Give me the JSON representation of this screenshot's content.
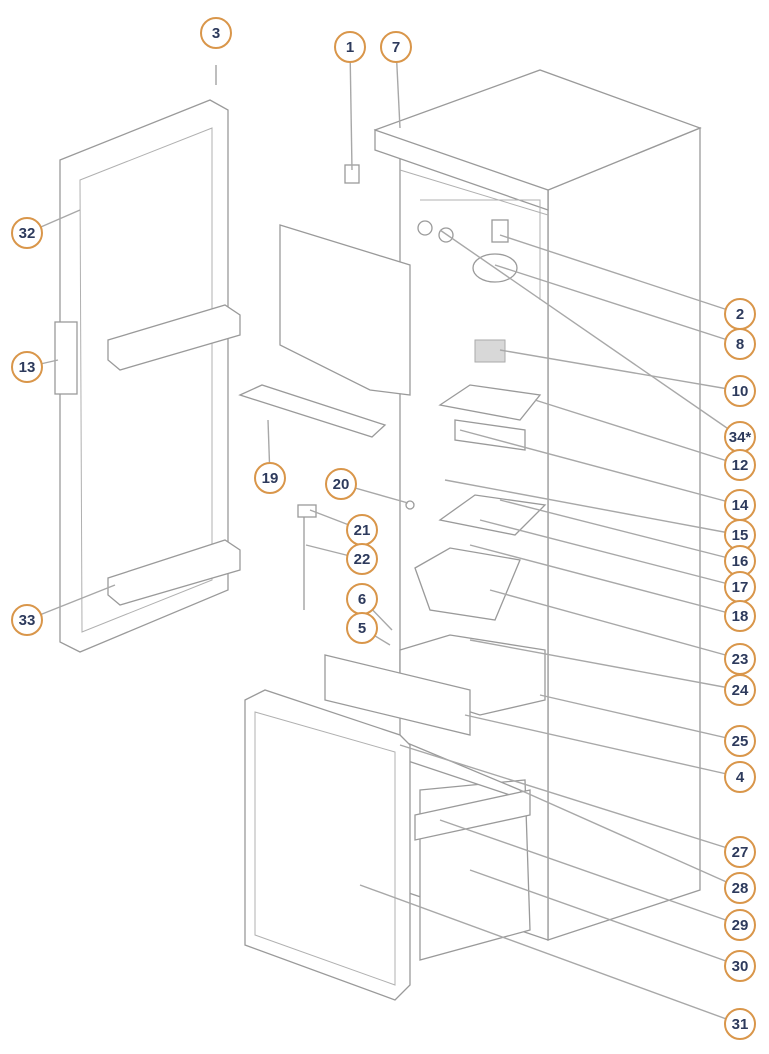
{
  "diagram": {
    "type": "exploded-parts-view",
    "accent_color": "#d9964a",
    "label_color": "#2d3a5c",
    "callouts": [
      "3",
      "1",
      "7",
      "32",
      "13",
      "19",
      "20",
      "21",
      "22",
      "33",
      "6",
      "5",
      "2",
      "8",
      "10",
      "34*",
      "12",
      "14",
      "15",
      "16",
      "17",
      "18",
      "23",
      "24",
      "25",
      "4",
      "27",
      "28",
      "29",
      "30",
      "31"
    ]
  }
}
